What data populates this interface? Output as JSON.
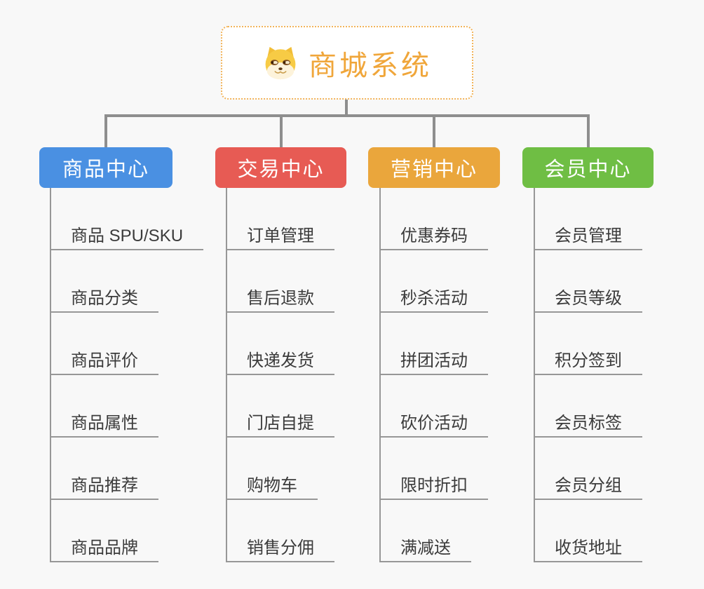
{
  "page": {
    "background_color": "#f8f8f8",
    "connector_color": "#8e8e8e",
    "leaf_line_color": "#979797",
    "leaf_text_color": "#3b3b3b"
  },
  "root": {
    "title": "商城系统",
    "icon": "dog-face-icon",
    "text_color": "#f0a63a",
    "border_color": "#f2b45a"
  },
  "branches": [
    {
      "label": "商品中心",
      "color": "#4a90e2",
      "children": [
        "商品 SPU/SKU",
        "商品分类",
        "商品评价",
        "商品属性",
        "商品推荐",
        "商品品牌"
      ]
    },
    {
      "label": "交易中心",
      "color": "#e75b54",
      "children": [
        "订单管理",
        "售后退款",
        "快递发货",
        "门店自提",
        "购物车",
        "销售分佣"
      ]
    },
    {
      "label": "营销中心",
      "color": "#eaa63c",
      "children": [
        "优惠券码",
        "秒杀活动",
        "拼团活动",
        "砍价活动",
        "限时折扣",
        "满减送"
      ]
    },
    {
      "label": "会员中心",
      "color": "#6fbe44",
      "children": [
        "会员管理",
        "会员等级",
        "积分签到",
        "会员标签",
        "会员分组",
        "收货地址"
      ]
    }
  ]
}
